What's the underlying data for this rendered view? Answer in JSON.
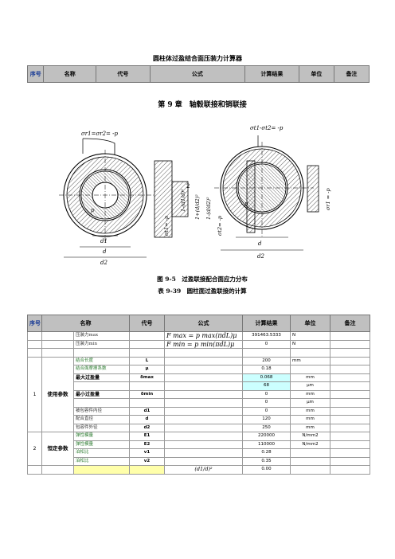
{
  "title": "圆柱体过盈结合面压装力计算器",
  "header": {
    "seq": "序号",
    "name": "名称",
    "code": "代号",
    "formula": "公式",
    "result": "计算结果",
    "unit": "单位",
    "note": "备注"
  },
  "figure": {
    "chapter": "第 9 章　轴毂联接和销联接",
    "caption": "图 9-5　过盈联接配合面应力分布",
    "table_caption": "表 9-39　圆柱面过盈联接的计算",
    "left_stress_top": "σr1=σr2= -p",
    "right_stress_top": "σt1-σt2= -p",
    "label_p": "p",
    "label_d1": "d1",
    "label_d": "d",
    "label_d2": "d2",
    "label_sigma_t1": "σt1= -p",
    "label_sigma_t2": "σt2= -p",
    "label_sigma_r1": "σr1 = -p",
    "frac_a": "1-(d1/d)²",
    "frac_b": "1+(d/d2)²",
    "frac_c": "1-(d/d2)²",
    "num_2": "2"
  },
  "rows": {
    "r1": {
      "name": "压装力max",
      "formula": "F max = p max(πdL)μ",
      "result": "391463.5333",
      "unit": "N"
    },
    "r2": {
      "name": "压装力min",
      "formula": "F min = p min(πdL)μ",
      "result": "0",
      "unit": "N"
    },
    "group1_seq": "1",
    "group1_name": "使用参数",
    "r4": {
      "name": "结合长度",
      "code": "L",
      "result": "200",
      "unit": "mm"
    },
    "r5": {
      "name": "结合面摩擦系数",
      "code": "μ",
      "result": "0.18"
    },
    "r6": {
      "name": "最大过盈量",
      "code": "δmax",
      "result": "0.068",
      "unit": "mm"
    },
    "r7": {
      "result": "68",
      "unit": "μm"
    },
    "r8": {
      "name": "最小过盈量",
      "code": "δmin",
      "result": "0",
      "unit": "mm"
    },
    "r9": {
      "result": "0",
      "unit": "μm"
    },
    "r10": {
      "name": "被包容件内径",
      "code": "d1",
      "result": "0",
      "unit": "mm"
    },
    "r11": {
      "name": "配合直径",
      "code": "d",
      "result": "120",
      "unit": "mm"
    },
    "r12": {
      "name": "包容件外径",
      "code": "d2",
      "result": "250",
      "unit": "mm"
    },
    "group2_seq": "2",
    "group2_name": "恒定参数",
    "r13": {
      "name": "弹性模量",
      "code": "E1",
      "result": "220000",
      "unit": "N/mm2"
    },
    "r14": {
      "name": "弹性模量",
      "code": "E2",
      "result": "110000",
      "unit": "N/mm2"
    },
    "r15": {
      "name": "泊松比",
      "code": "v1",
      "result": "0.28"
    },
    "r16": {
      "name": "泊松比",
      "code": "v2",
      "result": "0.35"
    },
    "r17": {
      "formula": "(d1/d)²",
      "result": "0.00"
    }
  }
}
